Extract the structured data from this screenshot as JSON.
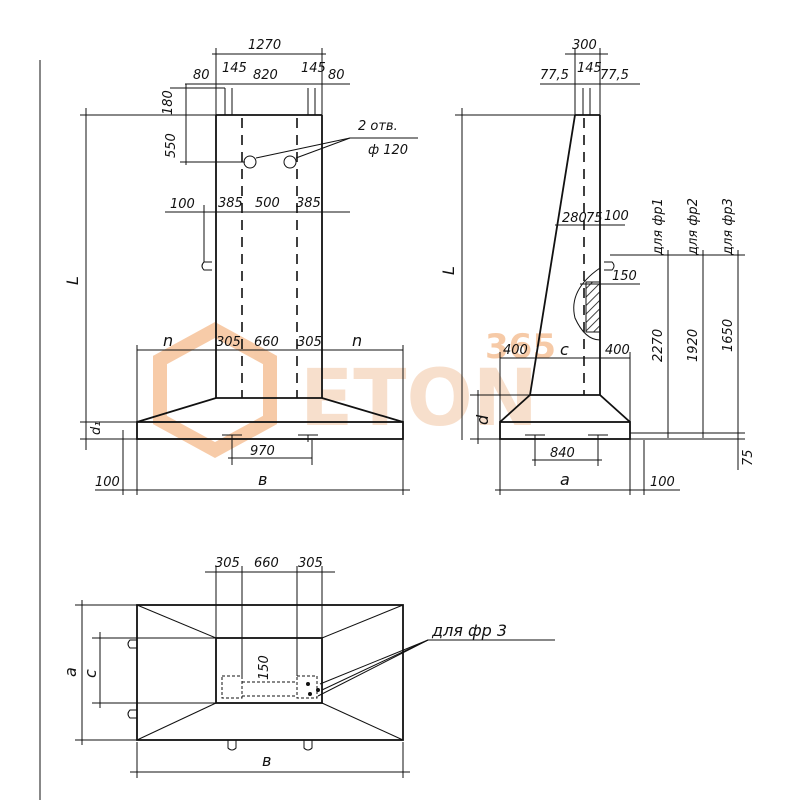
{
  "front_view": {
    "top": {
      "total": "1270",
      "p80l": "80",
      "p145l": "145",
      "p820": "820",
      "p145r": "145",
      "p80r": "80"
    },
    "left": {
      "d180": "180",
      "d550": "550",
      "L": "L"
    },
    "holes_note": {
      "count": "2 отв.",
      "diameter": "ф 120"
    },
    "row2": {
      "d100": "100",
      "d385l": "385",
      "d500": "500",
      "d385r": "385"
    },
    "row3": {
      "n_left": "n",
      "d305l": "305",
      "d660": "660",
      "d305r": "305",
      "n_right": "n"
    },
    "base": {
      "d1": "d₁",
      "d970": "970",
      "d100": "100",
      "b": "в"
    }
  },
  "side_view": {
    "top": {
      "total": "300",
      "p775l": "77,5",
      "p145": "145",
      "p775r": "77,5"
    },
    "left": {
      "L": "L",
      "d": "d"
    },
    "row2": {
      "d280": "280",
      "d75": "75",
      "d100": "100"
    },
    "section": {
      "d150": "150"
    },
    "row3": {
      "d400l": "400",
      "c": "c",
      "d400r": "400"
    },
    "base": {
      "d840": "840",
      "a": "a",
      "d100": "100"
    },
    "heights": {
      "fr1": "для фр1",
      "fr2": "для фр2",
      "fr3": "для фр3",
      "h2270": "2270",
      "h1920": "1920",
      "h1650": "1650",
      "h75": "75"
    }
  },
  "plan_view": {
    "top": {
      "d305l": "305",
      "d660": "660",
      "d305r": "305"
    },
    "left": {
      "a": "a",
      "c": "c"
    },
    "center": {
      "d150": "150"
    },
    "note": "для фр 3",
    "bottom": {
      "b": "в"
    }
  },
  "watermark": {
    "text": "ETON",
    "badge": "365",
    "color": "#f0a060"
  }
}
